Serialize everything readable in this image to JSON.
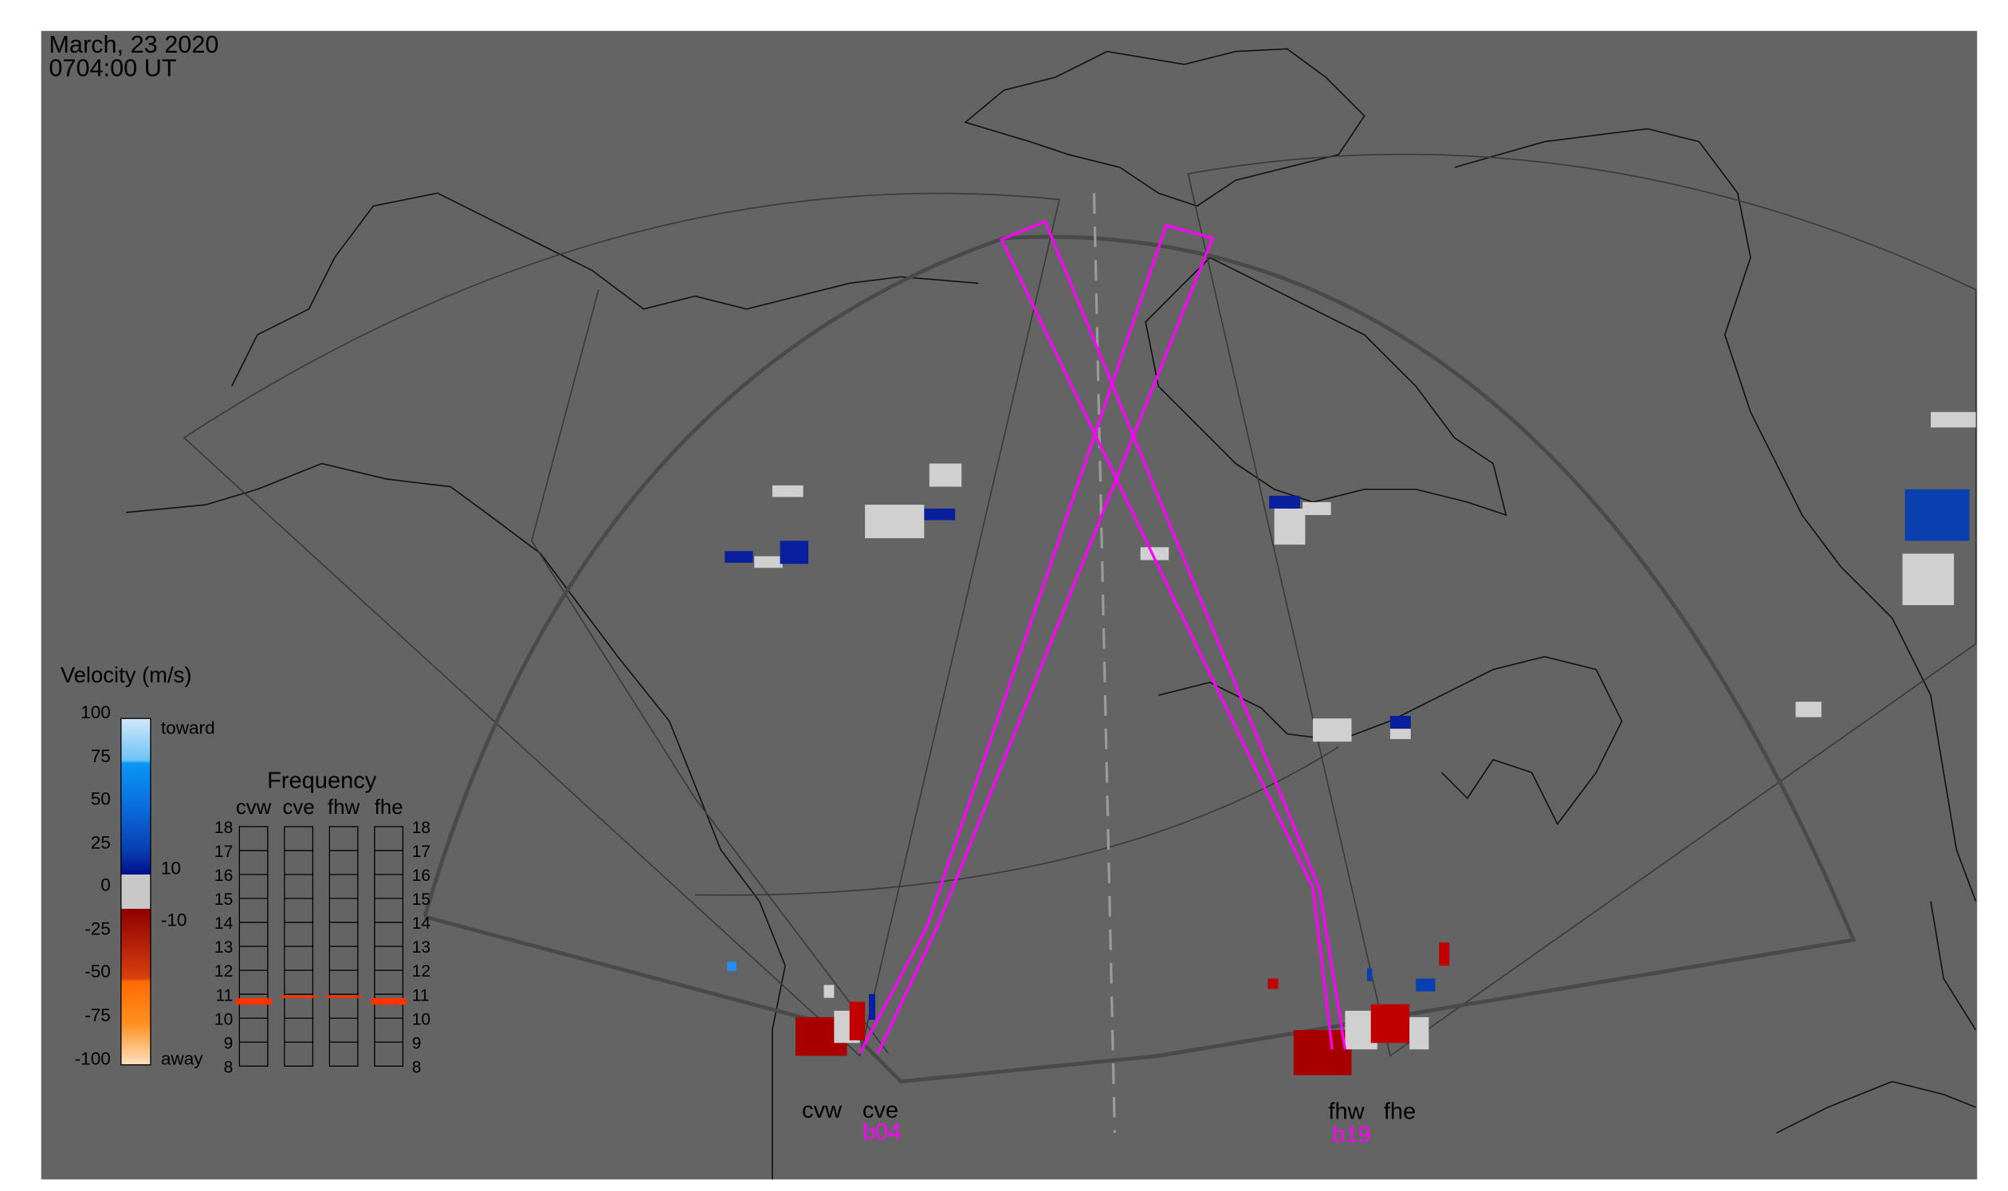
{
  "header": {
    "date": "March, 23 2020",
    "time": "0704:00 UT"
  },
  "velocity_legend": {
    "title": "Velocity (m/s)",
    "ticks": [
      "100",
      "75",
      "50",
      "25",
      "0",
      "-25",
      "-50",
      "-75",
      "-100"
    ],
    "toward_label": "toward",
    "away_label": "away",
    "upper_gate": "10",
    "lower_gate": "-10"
  },
  "frequency_panel": {
    "title": "Frequency",
    "radars": [
      "cvw",
      "cve",
      "fhw",
      "fhe"
    ],
    "ticks": [
      "18",
      "17",
      "16",
      "15",
      "14",
      "13",
      "12",
      "11",
      "10",
      "9",
      "8"
    ],
    "range_mhz": [
      8,
      18
    ],
    "current_mhz": [
      10.7,
      10.9,
      10.9,
      10.7
    ],
    "marker_color": "#ff3300"
  },
  "radars": {
    "christmas_valley": {
      "west": "cvw",
      "east": "cve",
      "beam": "b04"
    },
    "fort_hays": {
      "west": "fhw",
      "east": "fhe",
      "beam": "b19"
    }
  },
  "colors": {
    "background": "#646464",
    "beam": "#ff00ff",
    "toward": "#0a1f9e",
    "away": "#a80000",
    "ground": "#d0d0d0"
  }
}
